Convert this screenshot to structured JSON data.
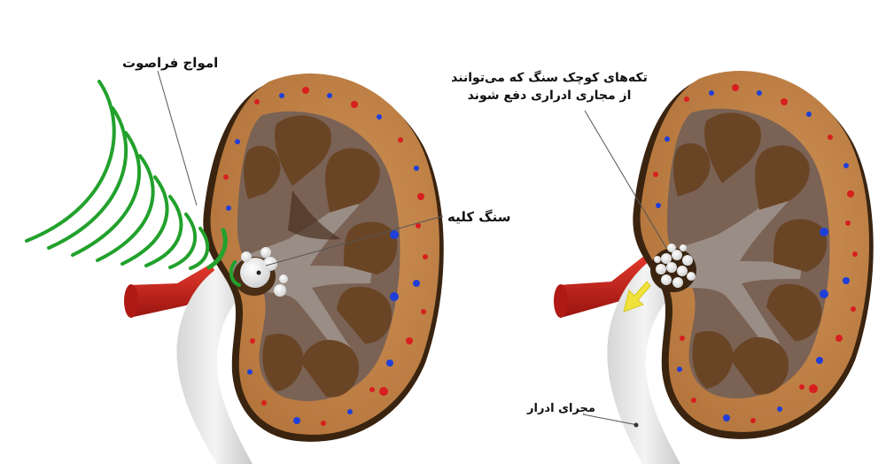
{
  "labels": {
    "ultrasound_waves": "امواج فراصوت",
    "kidney_stone": "سنگ کلیه",
    "fragments_line1": "تکه‌های کوچک سنگ که می‌توانند",
    "fragments_line2": "از مجاری ادراری دفع شوند",
    "ureter": "مجرای ادرار"
  },
  "colors": {
    "kidney_outer": "#c28347",
    "kidney_dark": "#5a3a1c",
    "pyramid": "#6a4525",
    "pelvis": "#8a7b73",
    "artery": "#d0201a",
    "ureter": "#e8e8e8",
    "wave": "#22a12c",
    "arrow": "#f0e23a",
    "dot_red": "#d81f1f",
    "dot_blue": "#1f3fd8"
  },
  "icons": {
    "waves": "ultrasound-wave-arcs",
    "arrow": "yellow-down-arrow"
  }
}
